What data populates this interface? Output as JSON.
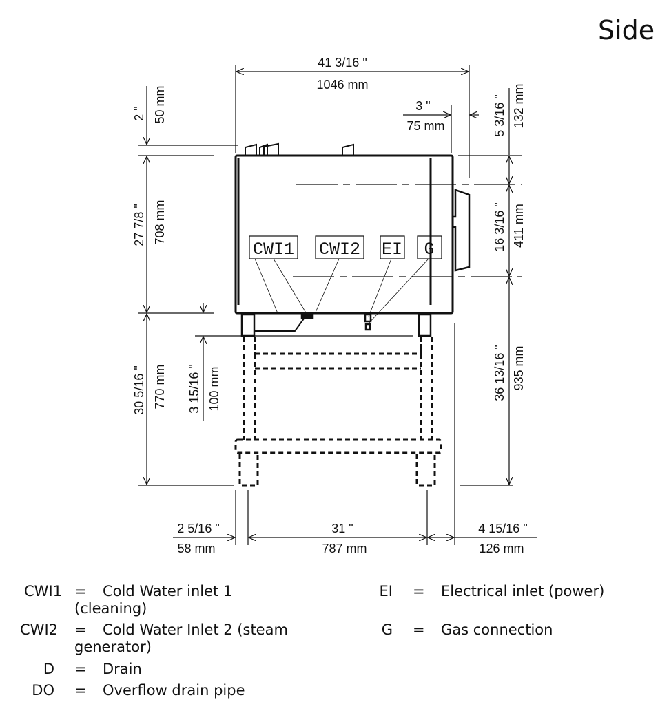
{
  "title": "Side",
  "dimensions": {
    "overall_width_in": "41 3/16 \"",
    "overall_width_mm": "1046 mm",
    "rear_offset_in": "3 \"",
    "rear_offset_mm": "75 mm",
    "top_pipes_in": "2 \"",
    "top_pipes_mm": "50 mm",
    "body_height_in": "27 7/8 \"",
    "body_height_mm": "708 mm",
    "stand_height_in": "30 5/16 \"",
    "stand_height_mm": "770 mm",
    "connection_drop_in": "3 15/16 \"",
    "connection_drop_mm": "100 mm",
    "handle_top_in": "5 3/16 \"",
    "handle_top_mm": "132 mm",
    "handle_span_in": "16 3/16 \"",
    "handle_span_mm": "411 mm",
    "handle_floor_in": "36 13/16 \"",
    "handle_floor_mm": "935 mm",
    "left_overhang_in": "2 5/16 \"",
    "left_overhang_mm": "58 mm",
    "leg_span_in": "31 \"",
    "leg_span_mm": "787 mm",
    "right_overhang_in": "4 15/16 \"",
    "right_overhang_mm": "126 mm"
  },
  "callouts": [
    "CWI1",
    "CWI2",
    "EI",
    "G"
  ],
  "legend": {
    "left": [
      {
        "code": "CWI1",
        "eq": "=",
        "desc": "Cold Water inlet 1",
        "desc2": "(cleaning)"
      },
      {
        "code": "CWI2",
        "eq": "=",
        "desc": "Cold Water Inlet 2 (steam",
        "desc2": "generator)"
      },
      {
        "code": "D",
        "eq": "=",
        "desc": "Drain"
      },
      {
        "code": "DO",
        "eq": "=",
        "desc": "Overflow drain pipe"
      }
    ],
    "right": [
      {
        "code": "EI",
        "eq": "=",
        "desc": "Electrical inlet (power)"
      },
      {
        "code": "G",
        "eq": "=",
        "desc": "Gas connection"
      }
    ]
  }
}
